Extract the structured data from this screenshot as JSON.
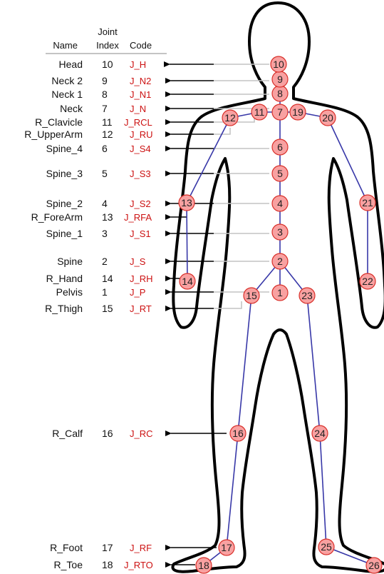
{
  "header": {
    "joint_label": "Joint",
    "name_label": "Name",
    "index_label": "Index",
    "code_label": "Code"
  },
  "legend_rows": [
    {
      "name": "Head",
      "index": "10",
      "code": "J_H"
    },
    {
      "name": "Neck 2",
      "index": "9",
      "code": "J_N2"
    },
    {
      "name": "Neck 1",
      "index": "8",
      "code": "J_N1"
    },
    {
      "name": "Neck",
      "index": "7",
      "code": "J_N"
    },
    {
      "name": "R_Clavicle",
      "index": "11",
      "code": "J_RCL"
    },
    {
      "name": "R_UpperArm",
      "index": "12",
      "code": "J_RU"
    },
    {
      "name": "Spine_4",
      "index": "6",
      "code": "J_S4"
    },
    {
      "name": "Spine_3",
      "index": "5",
      "code": "J_S3"
    },
    {
      "name": "Spine_2",
      "index": "4",
      "code": "J_S2"
    },
    {
      "name": "R_ForeArm",
      "index": "13",
      "code": "J_RFA"
    },
    {
      "name": "Spine_1",
      "index": "3",
      "code": "J_S1"
    },
    {
      "name": "Spine",
      "index": "2",
      "code": "J_S"
    },
    {
      "name": "R_Hand",
      "index": "14",
      "code": "J_RH"
    },
    {
      "name": "Pelvis",
      "index": "1",
      "code": "J_P"
    },
    {
      "name": "R_Thigh",
      "index": "15",
      "code": "J_RT"
    },
    {
      "name": "R_Calf",
      "index": "16",
      "code": "J_RC"
    },
    {
      "name": "R_Foot",
      "index": "17",
      "code": "J_RF"
    },
    {
      "name": "R_Toe",
      "index": "18",
      "code": "J_RTO"
    }
  ],
  "joints": [
    "1",
    "2",
    "3",
    "4",
    "5",
    "6",
    "7",
    "8",
    "9",
    "10",
    "11",
    "12",
    "13",
    "14",
    "15",
    "16",
    "17",
    "18",
    "19",
    "20",
    "21",
    "22",
    "23",
    "24",
    "25",
    "26"
  ],
  "colors": {
    "joint_fill": "#f8a1a1",
    "joint_stroke": "#d9302a",
    "bone": "#3838a8",
    "code_text": "#cc1111",
    "leader_line": "#c4c4c4",
    "body_outline": "#000000"
  }
}
